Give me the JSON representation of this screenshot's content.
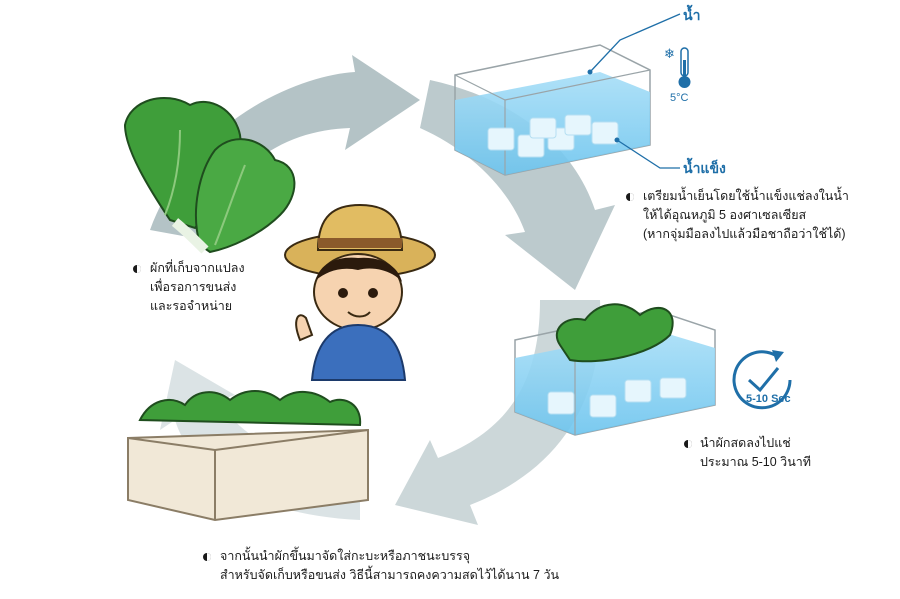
{
  "labels": {
    "water": "น้ำ",
    "ice": "น้ำแข็ง",
    "temperature": "5°C",
    "timer": "5-10 Sec"
  },
  "steps": {
    "harvest": [
      "ผักที่เก็บจากแปลง",
      "เพื่อรอการขนส่ง",
      "และรอจำหน่าย"
    ],
    "prepare": [
      "เตรียมน้ำเย็นโดยใช้น้ำแข็งแช่ลงในน้ำ",
      "ให้ได้อุณหภูมิ 5  องศาเซลเซียส",
      "(หากจุ่มมือลงไปแล้วมือชาถือว่าใช้ได้)"
    ],
    "dip": [
      "นำผักสดลงไปแช่",
      "ประมาณ 5-10 วินาที"
    ],
    "pack": [
      "จากนั้นนำผักขึ้นมาจัดใส่กะบะหรือภาชนะบรรจุ",
      "สำหรับจัดเก็บหรือขนส่ง วิธีนี้สามารถคงความสดไว้ได้นาน 7 วัน"
    ]
  },
  "colors": {
    "cycle_arrow": "#c7d3d6",
    "water": "#8fd3f4",
    "leaf": "#3f9e3a",
    "label_blue": "#1f6fa8"
  }
}
